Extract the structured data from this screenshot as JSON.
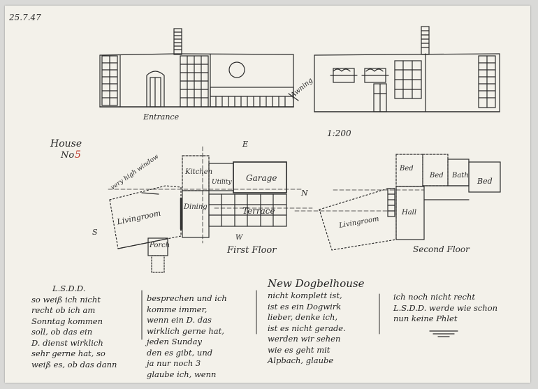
{
  "sheet": {
    "date": "25.7.47",
    "scale": "1:200",
    "house_label": "House",
    "house_no_prefix": "No",
    "house_no_value": "5",
    "accent_red": "#c0392b"
  },
  "elevation": {
    "entrance": "Entrance",
    "awning": "Awning"
  },
  "compass": {
    "e": "E",
    "n": "N",
    "s": "S",
    "w": "W"
  },
  "first_floor": {
    "title": "First Floor",
    "kitchen": "Kitchen",
    "utility": "Utility",
    "garage": "Garage",
    "dining": "Dining",
    "terrace": "Terrace",
    "living": "Livingroom",
    "porch": "Porch",
    "high_window": "very high window"
  },
  "second_floor": {
    "title": "Second Floor",
    "bed1": "Bed",
    "bed2": "Bed",
    "bath": "Bath",
    "bed3": "Bed",
    "hall": "Hall",
    "living": "Livingroom"
  },
  "notes": {
    "col1": [
      "L.S.D.D.",
      "so weiß ich nicht",
      "recht ob ich am",
      "Sonntag kommen",
      "soll, ob das ein",
      "D. dienst wirklich",
      "sehr gerne hat, so",
      "weiß es, ob das dann"
    ],
    "col2": [
      "besprechen und ich",
      "komme immer,",
      "wenn ein D. das",
      "wirklich gerne hat,",
      "jeden Sunday",
      "den es gibt, und",
      "ja nur noch 3",
      "glaube ich, wenn"
    ],
    "col3_title": "New Dogbelhouse",
    "col3": [
      "nicht komplett ist,",
      "ist es ein Dogwirk",
      "lieber, denke ich,",
      "ist es nicht gerade.",
      "werden wir sehen",
      "wie es geht mit",
      "Alpbach, glaube"
    ],
    "col4": [
      "ich noch nicht recht",
      "L.S.D.D. werde wie schon",
      "nun keine Phlet"
    ]
  }
}
